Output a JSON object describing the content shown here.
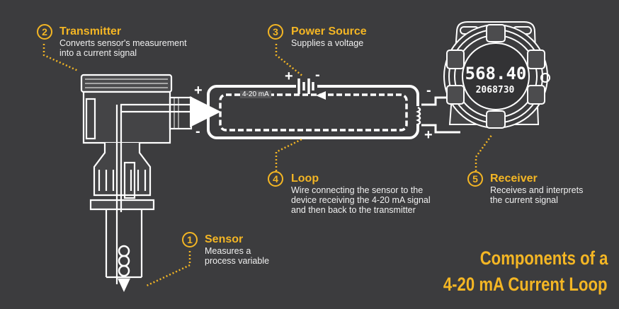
{
  "components": [
    {
      "number": "1",
      "title": "Sensor",
      "description": [
        "Measures a",
        "process variable"
      ]
    },
    {
      "number": "2",
      "title": "Transmitter",
      "description": [
        "Converts sensor's measurement",
        "into a current signal"
      ]
    },
    {
      "number": "3",
      "title": "Power Source",
      "description": [
        "Supplies a voltage"
      ]
    },
    {
      "number": "4",
      "title": "Loop",
      "description": [
        "Wire connecting the sensor to the",
        "device receiving the 4-20 mA signal",
        "and then back to the transmitter"
      ]
    },
    {
      "number": "5",
      "title": "Receiver",
      "description": [
        "Receives and interprets",
        "the current signal"
      ]
    }
  ],
  "loop_label": "4-20 mA",
  "display": {
    "primary": "568.40",
    "secondary": "2068730"
  },
  "signs": {
    "plus": "+",
    "minus": "-"
  },
  "title": [
    "Components of a",
    "4-20 mA Current Loop"
  ],
  "colors": {
    "background": "#3c3c3e",
    "accent": "#f4b624",
    "line": "#ffffff"
  }
}
